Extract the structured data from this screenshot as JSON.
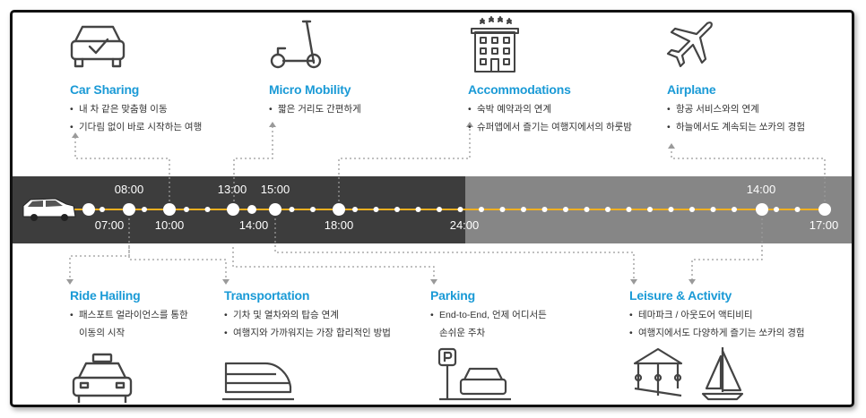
{
  "sections": {
    "car_sharing": {
      "title": "Car Sharing",
      "bullets": [
        "내 차 같은 맞춤형 이동",
        "기다림 없이 바로 시작하는 여행"
      ]
    },
    "micro_mobility": {
      "title": "Micro Mobility",
      "bullets": [
        "짧은 거리도 간편하게"
      ]
    },
    "accommodations": {
      "title": "Accommodations",
      "bullets": [
        "숙박 예약과의 연계",
        "슈퍼앱에서 즐기는 여행지에서의 하룻밤"
      ]
    },
    "airplane": {
      "title": "Airplane",
      "bullets": [
        "항공 서비스와의 연계",
        "하늘에서도 계속되는 쏘카의 경험"
      ]
    },
    "ride_hailing": {
      "title": "Ride Hailing",
      "bullets": [
        "패스포트 얼라이언스를 통한",
        "이동의 시작"
      ]
    },
    "transportation": {
      "title": "Transportation",
      "bullets": [
        "기차 및 열차와의 탑승 연계",
        "여행지와 가까워지는 가장 합리적인 방법"
      ]
    },
    "parking": {
      "title": "Parking",
      "bullets": [
        "End-to-End, 언제 어디서든",
        "손쉬운 주차"
      ]
    },
    "leisure": {
      "title": "Leisure & Activity",
      "bullets": [
        "테마파크 / 아웃도어 액티비티",
        "여행지에서도 다양하게 즐기는 쏘카의 경험"
      ]
    }
  },
  "timeline": {
    "upper_labels": [
      "08:00",
      "13:00",
      "15:00",
      "14:00"
    ],
    "lower_labels": [
      "07:00",
      "10:00",
      "14:00",
      "18:00",
      "24:00",
      "17:00"
    ]
  },
  "icons": {
    "car_sharing": "car-check-icon",
    "micro_mobility": "kick-scooter-icon",
    "accommodations": "hotel-icon",
    "airplane": "airplane-icon",
    "ride_hailing": "taxi-icon",
    "transportation": "train-icon",
    "parking": "parking-car-icon",
    "leisure": "carousel-sailboat-icon",
    "timeline_car": "car-icon"
  },
  "colors": {
    "title": "#1a9ad6",
    "band_dark": "#3d3d3d",
    "band_light": "#868686",
    "road_line": "#f0b020",
    "connector": "#9a9a9a"
  }
}
